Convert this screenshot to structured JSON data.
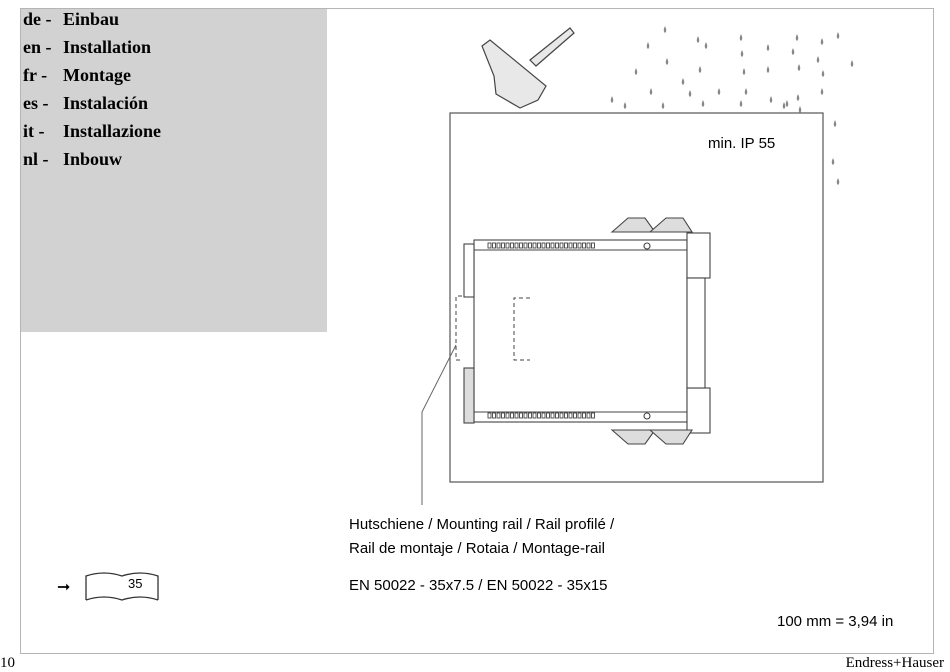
{
  "languages": [
    {
      "code": "de -",
      "title": "Einbau"
    },
    {
      "code": "en -",
      "title": "Installation"
    },
    {
      "code": "fr -",
      "title": "Montage"
    },
    {
      "code": "es -",
      "title": "Instalación"
    },
    {
      "code": "it -",
      "title": "Installazione"
    },
    {
      "code": "nl -",
      "title": "Inbouw"
    }
  ],
  "diagram": {
    "protection": "min. IP 55",
    "rail_caption_line1": "Hutschiene / Mounting rail / Rail profilé /",
    "rail_caption_line2": "Rail de montaje / Rotaia / Montage-rail",
    "rail_standard": "EN 50022 - 35x7.5 / EN 50022 - 35x15",
    "unit_conversion": "100 mm = 3,94 in"
  },
  "reference": {
    "page": "35"
  },
  "footer": {
    "page_number": "10",
    "brand": "Endress+Hauser"
  }
}
